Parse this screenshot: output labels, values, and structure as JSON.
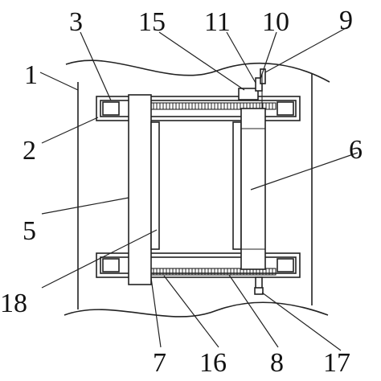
{
  "callouts": {
    "c1": "1",
    "c2": "2",
    "c3": "3",
    "c5": "5",
    "c6": "6",
    "c7": "7",
    "c8": "8",
    "c9": "9",
    "c10": "10",
    "c11": "11",
    "c15": "15",
    "c16": "16",
    "c17": "17",
    "c18": "18"
  }
}
